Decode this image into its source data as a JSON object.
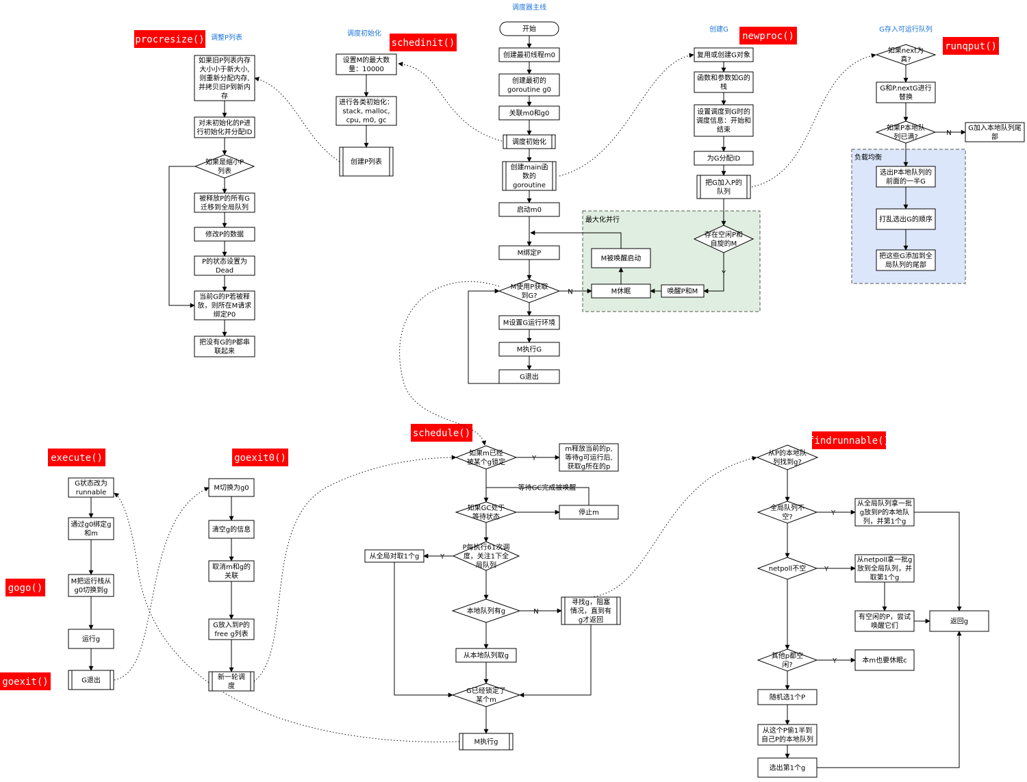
{
  "titles": {
    "main": "调度器主线",
    "schedinit": "调度初始化",
    "procresize": "调整P列表",
    "newproc": "创建G",
    "runqput": "G存入可运行队列"
  },
  "funcs": {
    "procresize": "procresize()",
    "schedinit": "schedinit()",
    "newproc": "newproc()",
    "runqput": "runqput()",
    "schedule": "schedule()",
    "findrunnable": "findrunnable()",
    "execute": "execute()",
    "goexit0": "goexit0()",
    "gogo": "gogo()",
    "goexit": "goexit()"
  },
  "regions": {
    "maxpar": "最大化并行",
    "balance": "负载均衡"
  },
  "nodes": {
    "start": "开始",
    "m0": "创建最初线程m0",
    "g0": [
      "创建最初的",
      "goroutine g0"
    ],
    "link": "关联m0和g0",
    "sinit": "调度初始化",
    "main": [
      "创建main函",
      "数的",
      "goroutine"
    ],
    "startm0": "启动m0",
    "bindp": "M绑定P",
    "getg": [
      "M使用P获取",
      "到G?"
    ],
    "setenv": "M设置G运行环境",
    "execg": "M执行G",
    "gexit": "G退出",
    "wake": "M被唤醒启动",
    "sleep": "M休眠",
    "idle": [
      "存在空闲P和",
      "自旋的M"
    ],
    "wakepm": "唤醒P和M",
    "maxm": [
      "设置M的最大数",
      "量：10000"
    ],
    "inits": [
      "进行各类初始化：",
      "stack, malloc,",
      "cpu, m0, gc"
    ],
    "createp": "创建P列表",
    "pr1": [
      "如果旧P列表内存",
      "大小小于新大小,",
      "则重新分配内存,",
      "并拷贝旧P到新内",
      "存"
    ],
    "pr2": [
      "对未初始化的P进",
      "行初始化并分配ID"
    ],
    "pr3": [
      "如果是缩小P",
      "列表"
    ],
    "pr4": [
      "被释放P的所有G",
      "迁移到全局队列"
    ],
    "pr5": "修改P的数据",
    "pr6": [
      "P的状态设置为",
      "Dead"
    ],
    "pr7": [
      "当前G的P若被释",
      "放，则所在M请求",
      "绑定P0"
    ],
    "pr8": [
      "把没有G的P都串",
      "联起来"
    ],
    "np1": "复用或创建G对象",
    "np2": [
      "函数和参数如G的",
      "栈"
    ],
    "np3": [
      "设置调度到G时的",
      "调度信息：开始和",
      "结束"
    ],
    "np4": "为G分配ID",
    "np5": [
      "把G加入P的",
      "队列"
    ],
    "rq1": [
      "如果next为",
      "真?"
    ],
    "rq2": [
      "G和P.nextG进行",
      "替换"
    ],
    "rq3": [
      "如果P本地队",
      "列已满?"
    ],
    "rq4": [
      "G加入本地队列尾",
      "部"
    ],
    "rq5": [
      "选出P本地队列的",
      "前面的一半G"
    ],
    "rq6": "打乱选出G的顺序",
    "rq7": [
      "把这些G添加到全",
      "局队列的尾部"
    ],
    "s1": [
      "如果m已经",
      "被某个g锁定"
    ],
    "s2": [
      "m释放当前的p,",
      "等待g可运行后,",
      "获取g所在的p"
    ],
    "s3": "等待GC完成被唤醒",
    "s4": [
      "如果GC处于",
      "等待状态"
    ],
    "s5": "停止m",
    "s6": [
      "P每执行61次调",
      "度，关注1下全",
      "局队列"
    ],
    "s7": "从全局对取1个g",
    "s8": "本地队列有g",
    "s9": [
      "寻找g，阻塞",
      "情况，直到有",
      "g才返回"
    ],
    "s10": "从本地队列取g",
    "s11": [
      "G已经锁定了",
      "某个m"
    ],
    "s12": "M执行g",
    "f1": [
      "从P的本地队",
      "列找到g?"
    ],
    "f2": [
      "全局队列不",
      "空?"
    ],
    "f3": [
      "从全局队列拿一批",
      "g放到P的本地队",
      "列，并第1个g"
    ],
    "f4": "netpoll不空",
    "f5": [
      "从netpoll拿一批g",
      "放到全局队列，并",
      "取第1个g"
    ],
    "f6": [
      "有空闲的P，尝试",
      "唤醒它们"
    ],
    "f7": "返回g",
    "f8": [
      "其他p都空",
      "闲?"
    ],
    "f9": "本m也要休眠c",
    "f10": "随机选1个P",
    "f11": [
      "从这个P偷1半到",
      "自己P的本地队列"
    ],
    "f12": "选出第1个g",
    "e1": [
      "G状态改为",
      "runnable"
    ],
    "e2": [
      "通过g0绑定g",
      "和m"
    ],
    "e3": [
      "M把运行栈从",
      "g0切换到g"
    ],
    "e4": "运行g",
    "e5": "G退出",
    "x1": "M切换为g0",
    "x2": "清空g的信息",
    "x3": [
      "取消m和g的",
      "关联"
    ],
    "x4": [
      "G放入到P的",
      "free g列表"
    ],
    "x5": [
      "新一轮调",
      "度"
    ]
  },
  "branch": {
    "y": "Y",
    "n": "N"
  },
  "colors": {
    "red": "#ff0000",
    "blue": "#1a73d9",
    "green": "#dfeee0",
    "lightblue": "#dce6fb"
  }
}
